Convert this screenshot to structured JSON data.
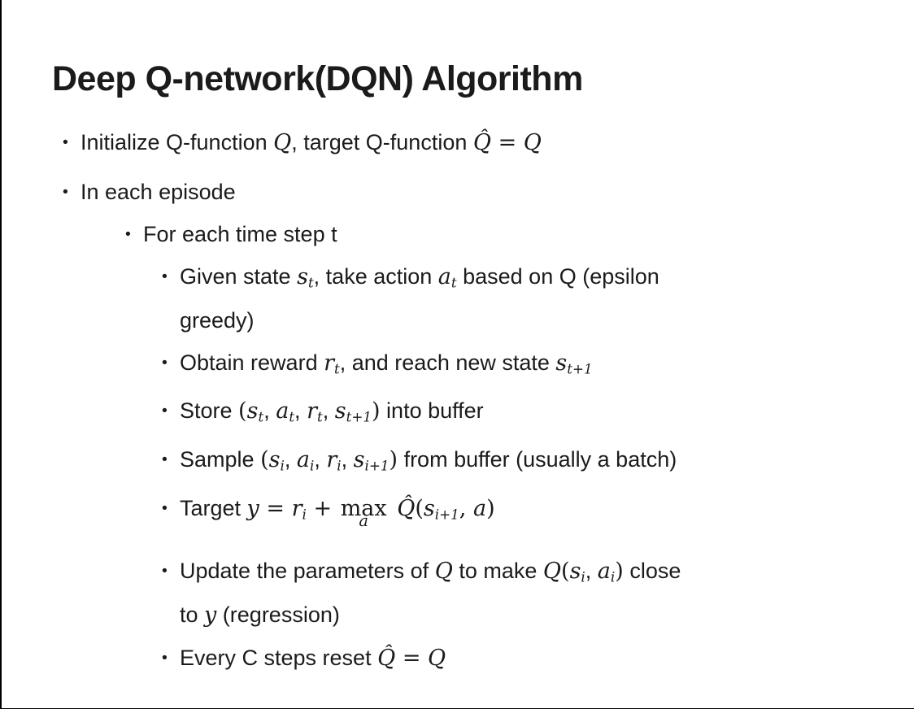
{
  "slide": {
    "title": "Deep Q-network(DQN) Algorithm",
    "bullet_char": "•",
    "colors": {
      "background": "#ffffff",
      "text": "#1b1b1b",
      "border": "#000000"
    },
    "bullets": [
      {
        "level": 1,
        "lines": [
          [
            {
              "k": "t",
              "v": "Initialize Q-function "
            },
            {
              "k": "i",
              "v": "Q"
            },
            {
              "k": "t",
              "v": ", target Q-function "
            },
            {
              "k": "i",
              "v": "Q̂"
            },
            {
              "k": "m",
              "v": " = "
            },
            {
              "k": "i",
              "v": "Q"
            }
          ]
        ]
      },
      {
        "level": 1,
        "lines": [
          [
            {
              "k": "t",
              "v": "In each episode"
            }
          ]
        ]
      },
      {
        "level": 2,
        "lines": [
          [
            {
              "k": "t",
              "v": "For each time step t"
            }
          ]
        ]
      },
      {
        "level": 3,
        "lines": [
          [
            {
              "k": "t",
              "v": "Given state "
            },
            {
              "k": "i",
              "v": "s"
            },
            {
              "k": "sub",
              "v": "t"
            },
            {
              "k": "t",
              "v": ", take action "
            },
            {
              "k": "i",
              "v": "a"
            },
            {
              "k": "sub",
              "v": "t"
            },
            {
              "k": "t",
              "v": " based on Q (epsilon"
            }
          ],
          [
            {
              "k": "t",
              "v": "greedy)"
            }
          ]
        ]
      },
      {
        "level": 3,
        "lines": [
          [
            {
              "k": "t",
              "v": "Obtain reward "
            },
            {
              "k": "i",
              "v": "r"
            },
            {
              "k": "sub",
              "v": "t"
            },
            {
              "k": "t",
              "v": ", and reach new state "
            },
            {
              "k": "i",
              "v": "s"
            },
            {
              "k": "sub",
              "v": "t+1"
            }
          ]
        ]
      },
      {
        "level": 3,
        "lines": [
          [
            {
              "k": "t",
              "v": "Store "
            },
            {
              "k": "m",
              "v": "("
            },
            {
              "k": "i",
              "v": "s"
            },
            {
              "k": "sub",
              "v": "t"
            },
            {
              "k": "t",
              "v": ", "
            },
            {
              "k": "i",
              "v": "a"
            },
            {
              "k": "sub",
              "v": "t"
            },
            {
              "k": "t",
              "v": ", "
            },
            {
              "k": "i",
              "v": "r"
            },
            {
              "k": "sub",
              "v": "t"
            },
            {
              "k": "t",
              "v": ", "
            },
            {
              "k": "i",
              "v": "s"
            },
            {
              "k": "sub",
              "v": "t+1"
            },
            {
              "k": "m",
              "v": ")"
            },
            {
              "k": "t",
              "v": " into buffer"
            }
          ]
        ]
      },
      {
        "level": 3,
        "lines": [
          [
            {
              "k": "t",
              "v": "Sample "
            },
            {
              "k": "m",
              "v": "("
            },
            {
              "k": "i",
              "v": "s"
            },
            {
              "k": "sub",
              "v": "i"
            },
            {
              "k": "t",
              "v": ", "
            },
            {
              "k": "i",
              "v": "a"
            },
            {
              "k": "sub",
              "v": "i"
            },
            {
              "k": "t",
              "v": ", "
            },
            {
              "k": "i",
              "v": "r"
            },
            {
              "k": "sub",
              "v": "i"
            },
            {
              "k": "t",
              "v": ", "
            },
            {
              "k": "i",
              "v": "s"
            },
            {
              "k": "sub",
              "v": "i+1"
            },
            {
              "k": "m",
              "v": ")"
            },
            {
              "k": "t",
              "v": " from buffer (usually a batch)"
            }
          ]
        ]
      },
      {
        "level": 3,
        "lines": [
          [
            {
              "k": "t",
              "v": "Target "
            },
            {
              "k": "i",
              "v": "y"
            },
            {
              "k": "m",
              "v": " = "
            },
            {
              "k": "i",
              "v": "r"
            },
            {
              "k": "sub",
              "v": "i"
            },
            {
              "k": "m",
              "v": " + "
            },
            {
              "k": "under",
              "main": "max",
              "under": "a"
            },
            {
              "k": "m",
              "v": " "
            },
            {
              "k": "i",
              "v": "Q̂"
            },
            {
              "k": "m",
              "v": "("
            },
            {
              "k": "i",
              "v": "s"
            },
            {
              "k": "sub",
              "v": "i+1"
            },
            {
              "k": "m",
              "v": ", "
            },
            {
              "k": "i",
              "v": "a"
            },
            {
              "k": "m",
              "v": ")"
            }
          ]
        ]
      },
      {
        "level": 3,
        "lines": [
          [
            {
              "k": "t",
              "v": "Update the parameters of "
            },
            {
              "k": "i",
              "v": "Q"
            },
            {
              "k": "t",
              "v": " to make "
            },
            {
              "k": "i",
              "v": "Q"
            },
            {
              "k": "m",
              "v": "("
            },
            {
              "k": "i",
              "v": "s"
            },
            {
              "k": "sub",
              "v": "i"
            },
            {
              "k": "t",
              "v": ", "
            },
            {
              "k": "i",
              "v": "a"
            },
            {
              "k": "sub",
              "v": "i"
            },
            {
              "k": "m",
              "v": ")"
            },
            {
              "k": "t",
              "v": " close"
            }
          ],
          [
            {
              "k": "t",
              "v": "to "
            },
            {
              "k": "i",
              "v": "y"
            },
            {
              "k": "t",
              "v": " (regression)"
            }
          ]
        ]
      },
      {
        "level": 3,
        "lines": [
          [
            {
              "k": "t",
              "v": "Every C steps reset "
            },
            {
              "k": "i",
              "v": "Q̂"
            },
            {
              "k": "m",
              "v": " = "
            },
            {
              "k": "i",
              "v": "Q"
            }
          ]
        ]
      }
    ]
  }
}
